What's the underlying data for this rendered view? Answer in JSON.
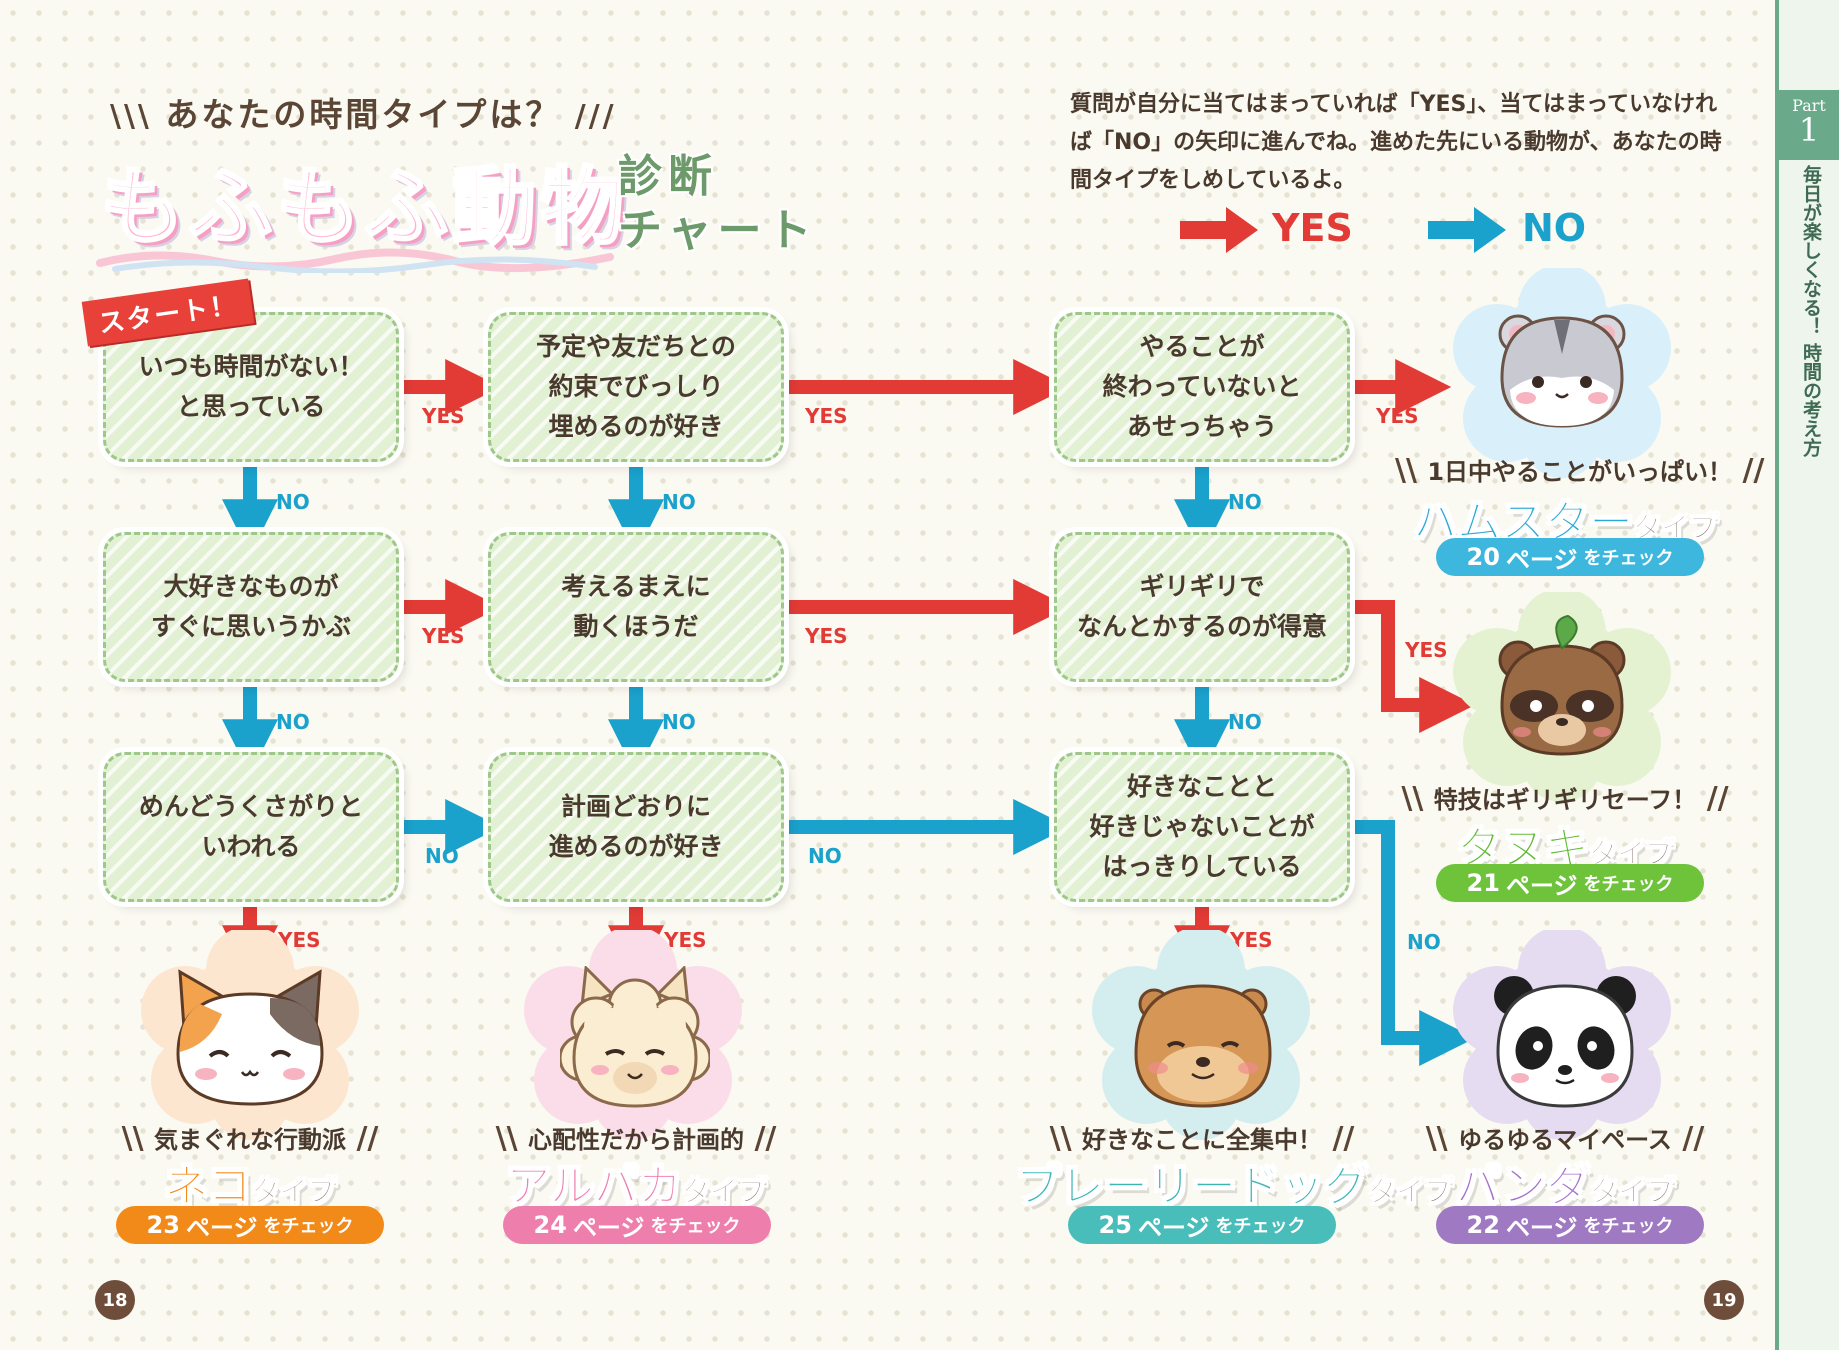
{
  "header": {
    "subtitle": "あなたの時間タイプは？",
    "title": "もふもふ動物",
    "title_suffix_line1": "診断",
    "title_suffix_line2": "チャート"
  },
  "instruction": "質問が自分に当てはまっていれば「YES」、当てはまっていなければ「NO」の矢印に進んでね。進めた先にいる動物が、あなたの時間タイプをしめしているよ。",
  "legend": {
    "yes": "YES",
    "no": "NO"
  },
  "start_label": "スタート！",
  "questions": [
    {
      "id": "q1",
      "text": "いつも時間がない！\nと思っている"
    },
    {
      "id": "q2",
      "text": "予定や友だちとの\n約束でびっしり\n埋めるのが好き"
    },
    {
      "id": "q3",
      "text": "やることが\n終わっていないと\nあせっちゃう"
    },
    {
      "id": "q4",
      "text": "大好きなものが\nすぐに思いうかぶ"
    },
    {
      "id": "q5",
      "text": "考えるまえに\n動くほうだ"
    },
    {
      "id": "q6",
      "text": "ギリギリで\nなんとかするのが得意"
    },
    {
      "id": "q7",
      "text": "めんどうくさがりと\nいわれる"
    },
    {
      "id": "q8",
      "text": "計画どおりに\n進めるのが好き"
    },
    {
      "id": "q9",
      "text": "好きなことと\n好きじゃないことが\nはっきりしている"
    }
  ],
  "edge_labels": {
    "yes": "YES",
    "no": "NO"
  },
  "results": [
    {
      "id": "hamster",
      "catch": "1日中やることがいっぱい！",
      "name": "ハムスター",
      "suffix": "タイプ",
      "page": "20",
      "page_unit": "ページ",
      "check": "をチェック",
      "color": "#3db7de",
      "name_color": "#2aa9d8",
      "cloud": "#d9effa"
    },
    {
      "id": "tanuki",
      "catch": "特技はギリギリセーフ！",
      "name": "タヌキ",
      "suffix": "タイプ",
      "page": "21",
      "page_unit": "ページ",
      "check": "をチェック",
      "color": "#6ec33a",
      "name_color": "#5cb82e",
      "cloud": "#e4f2d2"
    },
    {
      "id": "neko",
      "catch": "気まぐれな行動派",
      "name": "ネコ",
      "suffix": "タイプ",
      "page": "23",
      "page_unit": "ページ",
      "check": "をチェック",
      "color": "#f28a1a",
      "name_color": "#f28a1a",
      "cloud": "#fde6cf"
    },
    {
      "id": "alpaca",
      "catch": "心配性だから計画的",
      "name": "アルパカ",
      "suffix": "タイプ",
      "page": "24",
      "page_unit": "ページ",
      "check": "をチェック",
      "color": "#ee7fac",
      "name_color": "#ef7fae",
      "cloud": "#fbdde9"
    },
    {
      "id": "prairie",
      "catch": "好きなことに全集中！",
      "name": "プレーリードッグ",
      "suffix": "タイプ",
      "page": "25",
      "page_unit": "ページ",
      "check": "をチェック",
      "color": "#49bdb9",
      "name_color": "#3fb5b5",
      "cloud": "#d4eef0"
    },
    {
      "id": "panda",
      "catch": "ゆるゆるマイペース",
      "name": "パンダ",
      "suffix": "タイプ",
      "page": "22",
      "page_unit": "ページ",
      "check": "をチェック",
      "color": "#a079c3",
      "name_color": "#a46fcb",
      "cloud": "#e6dcf2"
    }
  ],
  "page_numbers": {
    "left": "18",
    "right": "19"
  },
  "side_tab": {
    "part_word": "Part",
    "part_number": "1",
    "text": "毎日が楽しくなる！ 時間の考え方"
  },
  "colors": {
    "yes": "#e23b36",
    "no": "#1aa1cc",
    "box_fill": "#e2f0d4",
    "box_border": "#9ec78a",
    "text": "#4a3a2e"
  }
}
